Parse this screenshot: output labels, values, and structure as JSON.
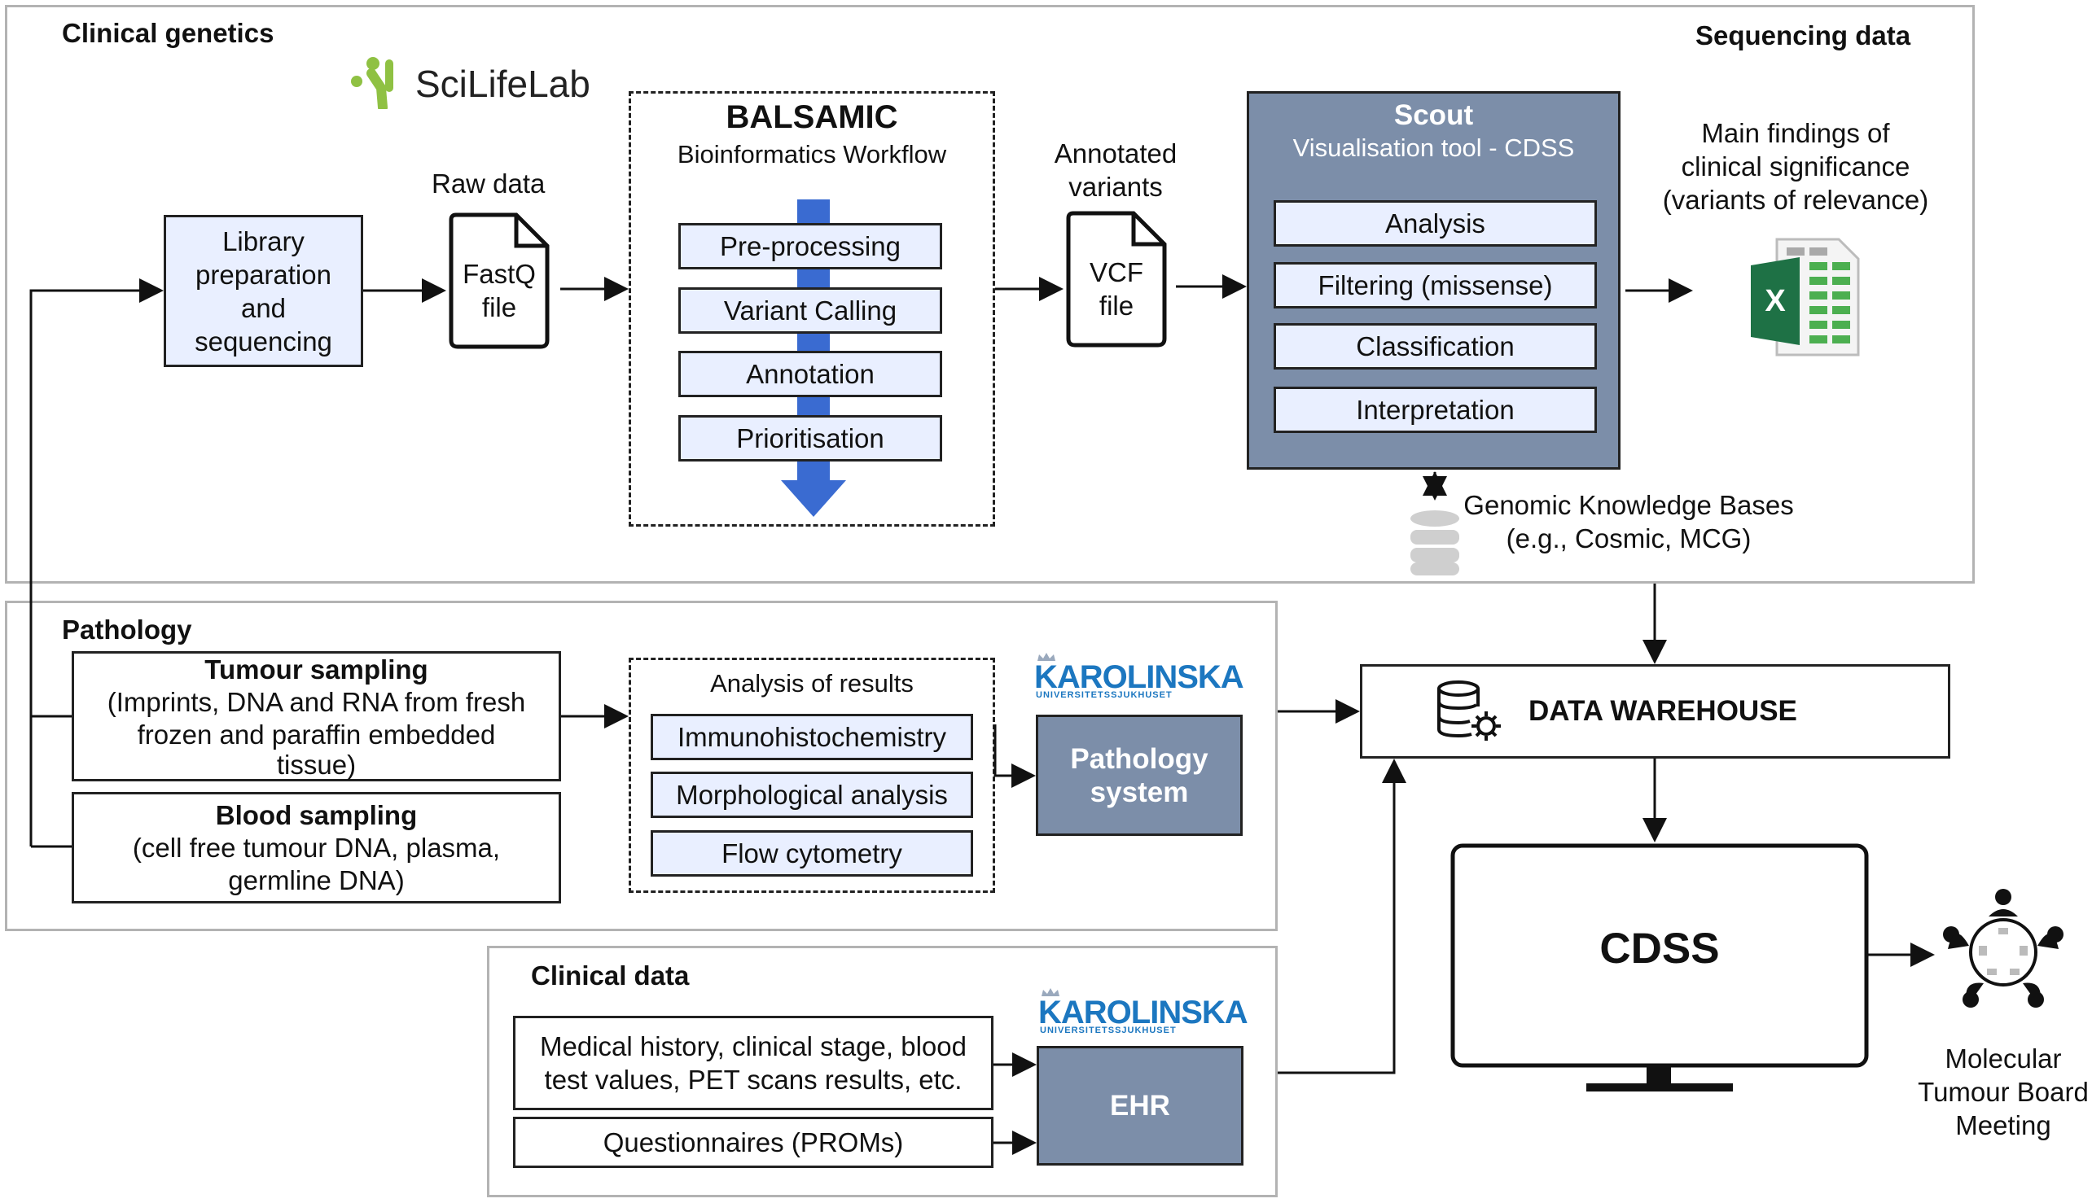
{
  "clinical_genetics": {
    "title": "Clinical genetics",
    "sequencing_title": "Sequencing data",
    "scilifelab_logo": "SciLifeLab",
    "library_prep": [
      "Library",
      "preparation",
      "and",
      "sequencing"
    ],
    "raw_data_label": "Raw data",
    "fastq_file": [
      "FastQ",
      "file"
    ],
    "balsamic": {
      "title": "BALSAMIC",
      "subtitle": "Bioinformatics Workflow",
      "steps": [
        "Pre-processing",
        "Variant Calling",
        "Annotation",
        "Prioritisation"
      ]
    },
    "annotated_variants": [
      "Annotated",
      "variants"
    ],
    "vcf_file": [
      "VCF",
      "file"
    ],
    "scout": {
      "title": "Scout",
      "subtitle": "Visualisation tool - CDSS",
      "items": [
        "Analysis",
        "Filtering (missense)",
        "Classification",
        "Interpretation"
      ]
    },
    "main_findings": [
      "Main findings of",
      "clinical significance",
      "(variants of relevance)"
    ],
    "knowledge_bases": [
      "Genomic Knowledge Bases",
      "(e.g., Cosmic, MCG)"
    ],
    "spreadsheet_icon": "excel-icon",
    "database_icon": "database-icon"
  },
  "pathology": {
    "title": "Pathology",
    "tumour_sampling": {
      "title": "Tumour sampling",
      "lines": [
        "(Imprints, DNA and RNA from fresh",
        "frozen and paraffin embedded",
        "tissue)"
      ]
    },
    "blood_sampling": {
      "title": "Blood sampling",
      "lines": [
        "(cell free tumour DNA, plasma,",
        "germline DNA)"
      ]
    },
    "analysis": {
      "title": "Analysis of results",
      "items": [
        "Immunohistochemistry",
        "Morphological analysis",
        "Flow cytometry"
      ]
    },
    "logo": "KAROLINSKA",
    "logo_sub": "UNIVERSITETSSJUKHUSET",
    "system": [
      "Pathology",
      "system"
    ]
  },
  "clinical_data": {
    "title": "Clinical data",
    "medical_history": [
      "Medical history, clinical stage, blood",
      "test values, PET scans results, etc."
    ],
    "questionnaires": "Questionnaires (PROMs)",
    "logo": "KAROLINSKA",
    "logo_sub": "UNIVERSITETSSJUKHUSET",
    "ehr": "EHR"
  },
  "data_warehouse": {
    "label": "DATA WAREHOUSE",
    "icon": "database-gear-icon"
  },
  "cdss": {
    "label": "CDSS",
    "icon": "monitor-icon"
  },
  "meeting": {
    "label": [
      "Molecular",
      "Tumour Board",
      "Meeting"
    ],
    "icon": "meeting-people-icon"
  },
  "colors": {
    "step_fill": "#e9efff",
    "scout_fill": "#7c8ea9",
    "workflow_arrow": "#3a6bd1",
    "karolinska_blue": "#1c77c0",
    "panel_border": "#b3b3b3"
  }
}
